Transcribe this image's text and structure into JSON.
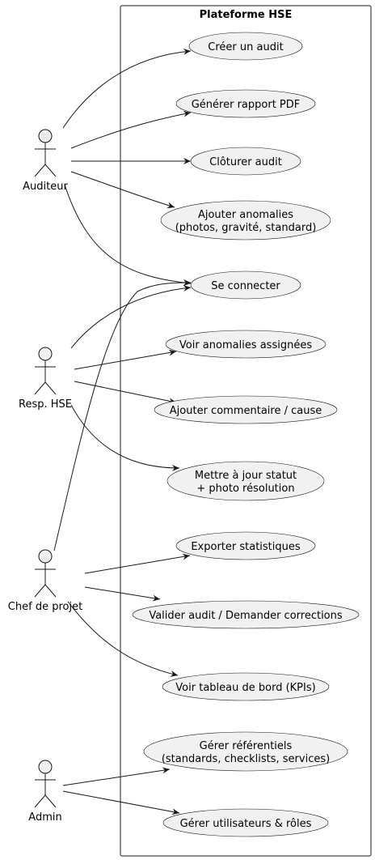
{
  "system": {
    "title": "Plateforme HSE"
  },
  "actors": [
    {
      "id": "auditeur",
      "label": "Auditeur"
    },
    {
      "id": "resp",
      "label": "Resp. HSE"
    },
    {
      "id": "chef",
      "label": "Chef de projet"
    },
    {
      "id": "admin",
      "label": "Admin"
    }
  ],
  "use_cases": [
    {
      "id": "uc1",
      "lines": [
        "Créer un audit"
      ]
    },
    {
      "id": "uc2",
      "lines": [
        "Générer rapport PDF"
      ]
    },
    {
      "id": "uc3",
      "lines": [
        "Clôturer audit"
      ]
    },
    {
      "id": "uc4",
      "lines": [
        "Ajouter anomalies",
        "(photos, gravité, standard)"
      ]
    },
    {
      "id": "uc5",
      "lines": [
        "Se connecter"
      ]
    },
    {
      "id": "uc6",
      "lines": [
        "Voir anomalies assignées"
      ]
    },
    {
      "id": "uc7",
      "lines": [
        "Ajouter commentaire / cause"
      ]
    },
    {
      "id": "uc8",
      "lines": [
        "Mettre à jour statut",
        "+ photo résolution"
      ]
    },
    {
      "id": "uc9",
      "lines": [
        "Exporter statistiques"
      ]
    },
    {
      "id": "uc10",
      "lines": [
        "Valider audit / Demander corrections"
      ]
    },
    {
      "id": "uc11",
      "lines": [
        "Voir tableau de bord (KPIs)"
      ]
    },
    {
      "id": "uc12",
      "lines": [
        "Gérer référentiels",
        "(standards, checklists, services)"
      ]
    },
    {
      "id": "uc13",
      "lines": [
        "Gérer utilisateurs & rôles"
      ]
    }
  ],
  "associations": [
    {
      "from": "auditeur",
      "to": "uc1"
    },
    {
      "from": "auditeur",
      "to": "uc2"
    },
    {
      "from": "auditeur",
      "to": "uc3"
    },
    {
      "from": "auditeur",
      "to": "uc4"
    },
    {
      "from": "auditeur",
      "to": "uc5"
    },
    {
      "from": "resp",
      "to": "uc5"
    },
    {
      "from": "resp",
      "to": "uc6"
    },
    {
      "from": "resp",
      "to": "uc7"
    },
    {
      "from": "resp",
      "to": "uc8"
    },
    {
      "from": "chef",
      "to": "uc5"
    },
    {
      "from": "chef",
      "to": "uc9"
    },
    {
      "from": "chef",
      "to": "uc10"
    },
    {
      "from": "chef",
      "to": "uc11"
    },
    {
      "from": "admin",
      "to": "uc12"
    },
    {
      "from": "admin",
      "to": "uc13"
    }
  ]
}
